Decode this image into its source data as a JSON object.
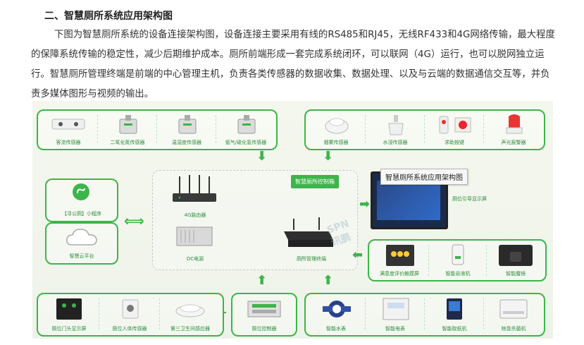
{
  "heading": "二、智慧厕所系统应用架构图",
  "paragraph": "下图为智慧厕所系统的设备连接架构图，设备连接主要采用有线的RS485和RJ45，无线RF433和4G网络传输，最大程度的保障系统传输的稳定性，减少后期维护成本。厕所前端形成一套完成系统闭环，可以联网（4G）运行，也可以脱网独立运行。智慧厕所管理终端是前端的中心管理主机，负责各类传感器的数据收集、数据处理、以及与云端的数据通信交互等，并负责多媒体图形与视频的输出。",
  "diagram": {
    "tooltip": "智慧厕所系统应用架构图",
    "controller_tag": "智慧厕所控制箱",
    "watermark": "SPN讯鹏",
    "top_left": [
      "客流传感器",
      "二氧化氮传感器",
      "温湿度传感器",
      "氨气/硫化氢传感器"
    ],
    "top_right": [
      "烟雾传感器",
      "水浸传感器",
      "求助按键",
      "声光报警器"
    ],
    "left": [
      "【寻公厕】小程序",
      "智慧云平台"
    ],
    "center": [
      "4G路由器",
      "DC电源",
      "厕所管理终端"
    ],
    "display": "厕位引导显示屏",
    "right_mid": [
      "满意度评价触摸屏",
      "智能皂液机",
      "智能魔镜"
    ],
    "bottom_left": [
      "厕位门头显示屏",
      "厕位人体传感器",
      "第三卫生间感应器"
    ],
    "bottom_mid": "厕位控制器",
    "bottom_right": [
      "智能水表",
      "智能电表",
      "智能取纸机",
      "除臭杀菌机"
    ]
  }
}
